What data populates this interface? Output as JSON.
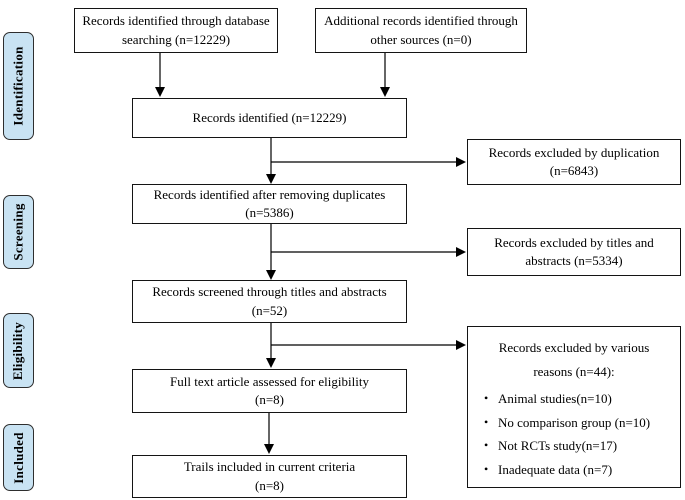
{
  "stages": {
    "identification": "Identification",
    "screening": "Screening",
    "eligibility": "Eligibility",
    "included": "Included"
  },
  "boxes": {
    "database_search": "Records identified through database\nsearching (n=12229)",
    "other_sources": "Additional records identified through\nother sources (n=0)",
    "records_identified": "Records identified (n=12229)",
    "excluded_duplication": "Records excluded by duplication\n(n=6843)",
    "after_removing_duplicates": "Records identified after removing duplicates\n(n=5386)",
    "excluded_titles_abstracts": "Records excluded by titles and\nabstracts (n=5334)",
    "screened_titles_abstracts": "Records screened through titles and abstracts\n(n=52)",
    "full_text_assessed": "Full text article assessed for eligibility\n(n=8)",
    "trails_included": "Trails included in current criteria\n(n=8)"
  },
  "excluded_reasons": {
    "heading": "Records excluded by various\nreasons (n=44):",
    "bullet_glyph": "•",
    "items": [
      "Animal studies(n=10)",
      "No comparison group (n=10)",
      "Not RCTs study(n=17)",
      "Inadequate data (n=7)"
    ]
  },
  "colors": {
    "stage_fill": "#c9e3f3",
    "stage_border": "#2e2e2e",
    "box_border": "#141414",
    "arrow": "#000000"
  }
}
